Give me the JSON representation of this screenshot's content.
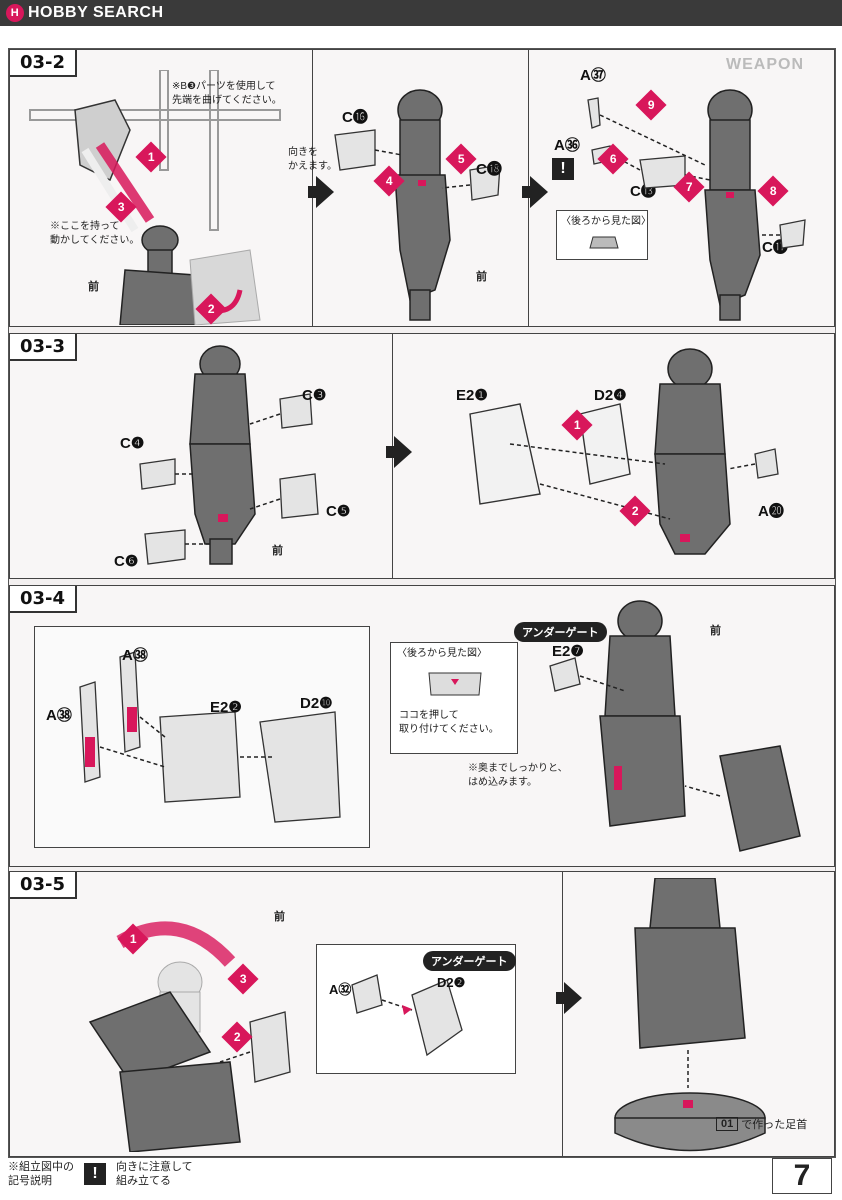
{
  "header": {
    "logo_mark": "H",
    "logo_text": "HOBBY SEARCH"
  },
  "section_tag": "WEAPON",
  "steps": {
    "s1": {
      "label": "03-2",
      "note_b3": "※B❸パーツを使用して\n先端を曲げてください。",
      "note_hold": "※ここを持って\n動かしてください。",
      "forward": "前",
      "turn_note": "向きを\nかえます。",
      "parts": {
        "c16": "C⓰",
        "c18": "C⓲",
        "a37": "A㊲",
        "a36": "A㊱",
        "c13": "C⓭",
        "c17": "C⓱"
      },
      "rear_view": "〈後ろから見た図〉",
      "markers": [
        "1",
        "2",
        "3",
        "4",
        "5",
        "6",
        "7",
        "8",
        "9"
      ]
    },
    "s2": {
      "label": "03-3",
      "parts": {
        "c3": "C❸",
        "c4": "C❹",
        "c5": "C❺",
        "c6": "C❻",
        "e2_1": "E2❶",
        "d2_4": "D2❹",
        "a20": "A⓴"
      },
      "forward": "前",
      "markers": [
        "1",
        "2"
      ]
    },
    "s3": {
      "label": "03-4",
      "parts": {
        "a38a": "A㊳",
        "a38b": "A㊳",
        "e2_2": "E2❷",
        "d2_10": "D2❿",
        "e2_7": "E2❼"
      },
      "under_gate": "アンダーゲート",
      "rear_view": "〈後ろから見た図〉",
      "press_note": "ココを押して\n取り付けてください。",
      "deep_note": "※奥までしっかりと、\nはめ込みます。",
      "forward": "前"
    },
    "s4": {
      "label": "03-5",
      "forward": "前",
      "parts": {
        "a32": "A㉜",
        "d2_2": "D2❷"
      },
      "under_gate": "アンダーゲート",
      "ankle_ref_box": "01",
      "ankle_ref_text": "で作った足首",
      "markers": [
        "1",
        "2",
        "3"
      ]
    }
  },
  "legend": {
    "note1": "※組立図中の\n記号説明",
    "excl": "!",
    "note2": "向きに注意して\n組み立てる"
  },
  "page_number": "7",
  "colors": {
    "accent": "#d8175b",
    "part_gray": "#7a7a7a",
    "dark": "#222222"
  }
}
